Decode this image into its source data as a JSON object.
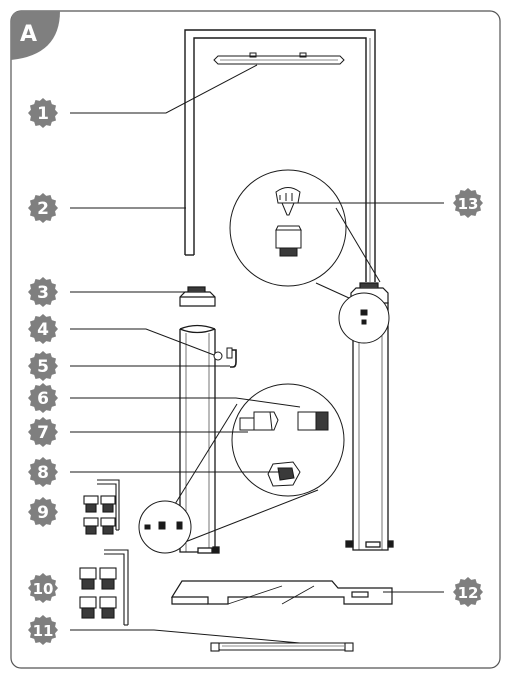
{
  "figure": {
    "panel_letter": "A",
    "callouts": [
      "1",
      "2",
      "3",
      "4",
      "5",
      "6",
      "7",
      "8",
      "9",
      "10",
      "11",
      "12",
      "13"
    ]
  },
  "colors": {
    "badge_fill": "#7f7f7f",
    "line": "#1a1a1a",
    "border": "#555555",
    "background": "#ffffff"
  }
}
